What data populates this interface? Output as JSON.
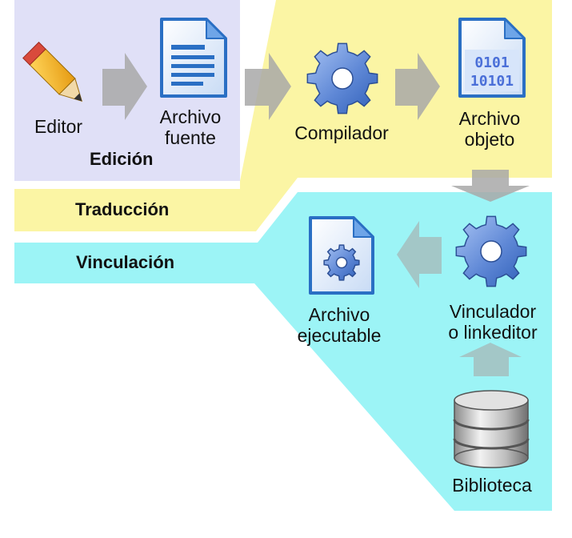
{
  "phases": {
    "edicion": "Edición",
    "traduccion": "Traducción",
    "vinculacion": "Vinculación"
  },
  "nodes": {
    "editor": [
      "Editor"
    ],
    "archivo_fuente": [
      "Archivo",
      "fuente"
    ],
    "compilador": [
      "Compilador"
    ],
    "archivo_objeto": [
      "Archivo",
      "objeto"
    ],
    "vinculador": [
      "Vinculador",
      "o linkeditor"
    ],
    "archivo_ejecutable": [
      "Archivo",
      "ejecutable"
    ],
    "biblioteca": [
      "Biblioteca"
    ]
  },
  "binary_text": [
    "0101",
    "10101"
  ],
  "icons": {
    "editor": "pencil-icon",
    "archivo_fuente": "text-document-icon",
    "compilador": "gear-icon",
    "archivo_objeto": "binary-document-icon",
    "vinculador": "gear-icon",
    "archivo_ejecutable": "executable-document-icon",
    "biblioteca": "database-icon"
  },
  "colors": {
    "edicion_region": "#e0e0f7",
    "traduccion_region": "#fbf5a4",
    "vinculacion_region": "#9cf4f6",
    "arrow": "#a8a8a8",
    "gear": "#5f88d6"
  }
}
